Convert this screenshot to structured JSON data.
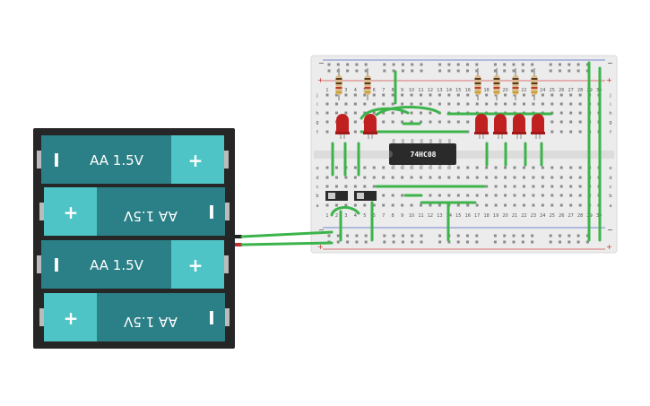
{
  "battery_pack": {
    "cells": [
      {
        "label": "AA 1.5V",
        "left_sign": "I",
        "right_sign": "+",
        "flipped": false
      },
      {
        "label": "AA 1.5V",
        "left_sign": "+",
        "right_sign": "I",
        "flipped": true
      },
      {
        "label": "AA 1.5V",
        "left_sign": "I",
        "right_sign": "+",
        "flipped": false
      },
      {
        "label": "AA 1.5V",
        "left_sign": "+",
        "right_sign": "I",
        "flipped": true
      }
    ]
  },
  "breadboard": {
    "chip_label": "74HC08",
    "row_letters_top": [
      "j",
      "i",
      "h",
      "g",
      "f"
    ],
    "row_letters_bottom": [
      "e",
      "d",
      "c",
      "b",
      "a"
    ],
    "column_numbers": [
      "1",
      "2",
      "3",
      "4",
      "5",
      "6",
      "7",
      "8",
      "9",
      "10",
      "11",
      "12",
      "13",
      "14",
      "15",
      "16",
      "17",
      "18",
      "19",
      "20",
      "21",
      "22",
      "23",
      "24",
      "25",
      "26",
      "27",
      "28",
      "29",
      "30"
    ],
    "rail_minus": "−",
    "rail_plus": "+"
  },
  "colors": {
    "battery_body": "#2b7f86",
    "battery_cap": "#4fc4c6",
    "pack_frame": "#262626",
    "wire": "#3cb44b",
    "led": "#c02020",
    "rail_red": "#d94a4a",
    "rail_blue": "#4a66c0",
    "chip": "#2a2a2a",
    "breadboard": "#ececec"
  }
}
